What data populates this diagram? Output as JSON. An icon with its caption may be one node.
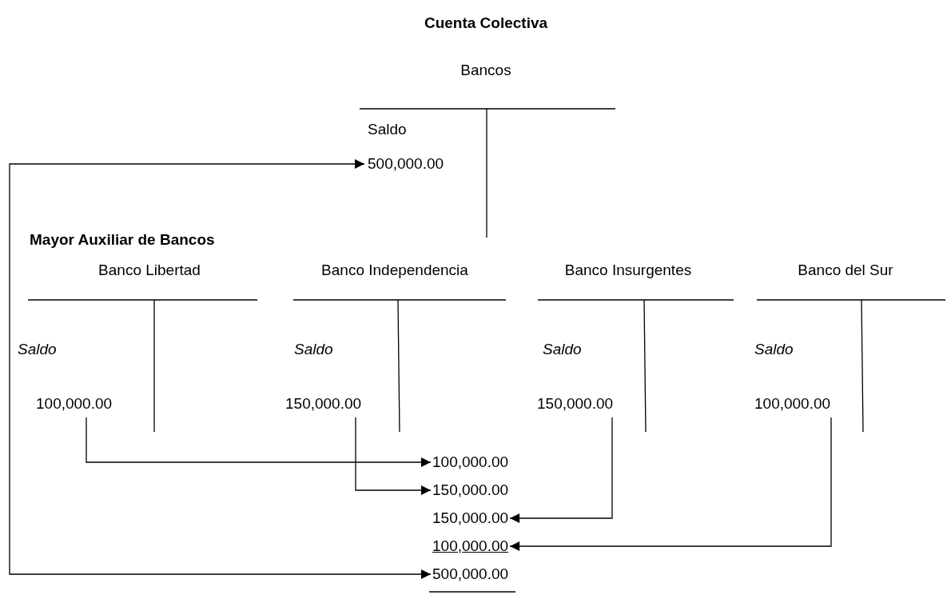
{
  "diagram": {
    "title": "Cuenta Colectiva",
    "nodes": [
      {
        "text": [
          "100,000.00"
        ]
      },
      {
        "text": [
          "150,000.00"
        ]
      },
      {
        "text": [
          "150,000.00"
        ]
      },
      {
        "text": [
          "100,000.00"
        ]
      },
      {
        "text": [
          "100,000.00"
        ]
      },
      {
        "text": [
          "150,000.00"
        ]
      },
      {
        "text": [
          "150,000.00"
        ]
      },
      {
        "text": [
          "100,000.00"
        ]
      },
      {
        "text": [
          "500,000.00"
        ]
      },
      {
        "text": [
          "500,000.00"
        ]
      }
    ],
    "edges": [
      {
        "from": 0,
        "to": 4,
        "arrow": "to"
      },
      {
        "from": 1,
        "to": 5,
        "arrow": "to"
      },
      {
        "from": 2,
        "to": 6,
        "arrow": "to"
      },
      {
        "from": 3,
        "to": 7,
        "arrow": "to"
      },
      {
        "from": 8,
        "to": 9,
        "arrow": "both"
      }
    ],
    "labels": [
      "Bancos",
      "Saldo",
      "Mayor Auxiliar de Bancos",
      "Banco Libertad",
      "Banco Independencia",
      "Banco Insurgentes",
      "Banco del Sur",
      "Saldo",
      "Saldo",
      "Saldo",
      "Saldo"
    ]
  }
}
